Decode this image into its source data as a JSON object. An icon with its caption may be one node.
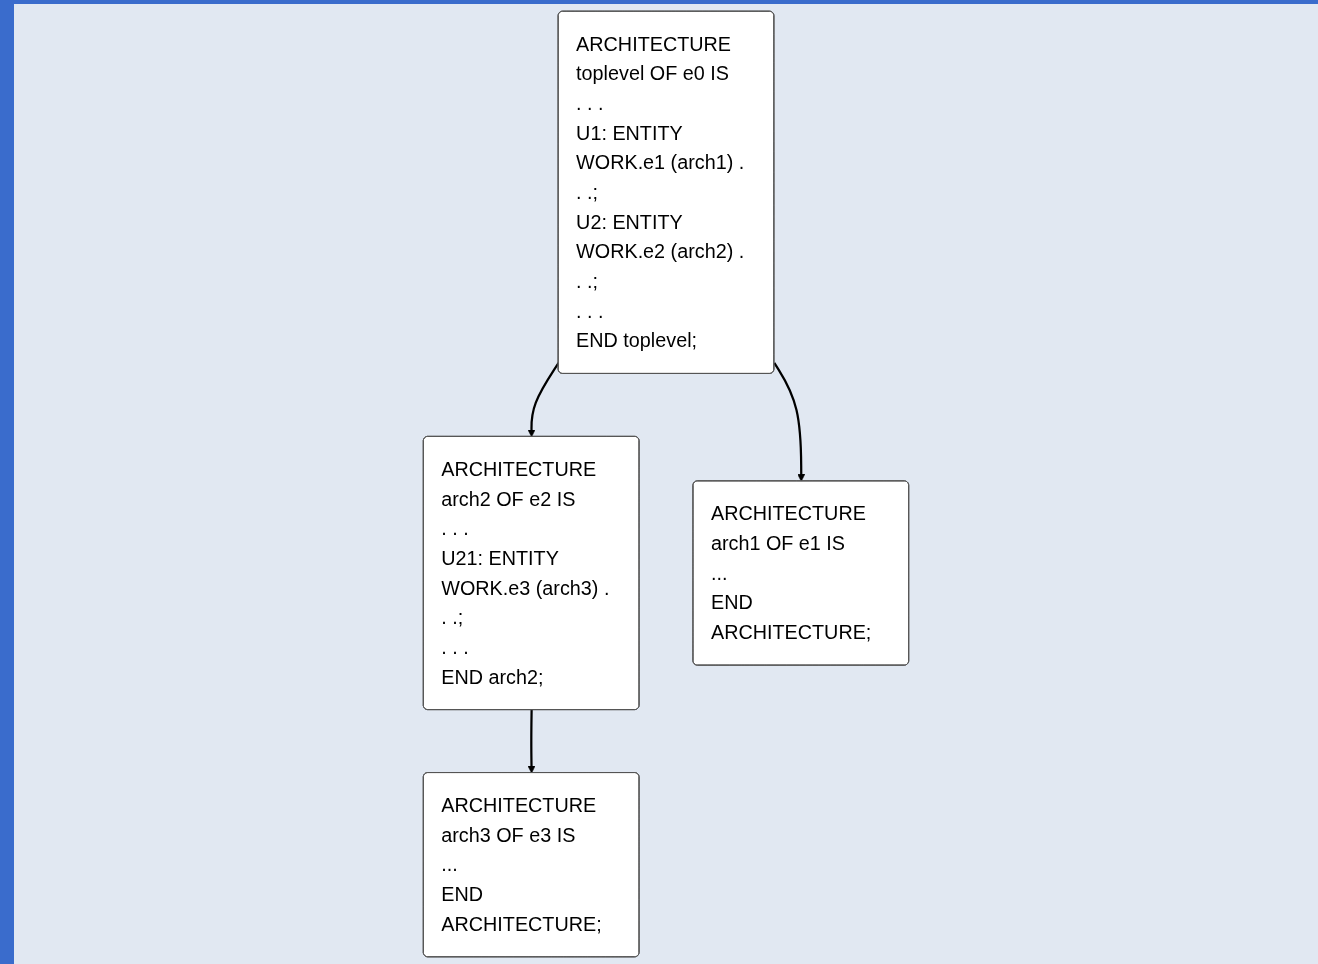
{
  "diagram": {
    "nodes": [
      {
        "text": [
          "ARCHITECTURE toplevel OF e0 IS",
          ". . .",
          "U1: ENTITY WORK.e1 (arch1) . . .;",
          "U2: ENTITY WORK.e2 (arch2) . . .;",
          ". . .",
          "END toplevel;"
        ]
      },
      {
        "text": [
          "ARCHITECTURE arch2 OF e2 IS",
          ". . .",
          "U21: ENTITY WORK.e3 (arch3) . . .;",
          ". . .",
          "END arch2;"
        ]
      },
      {
        "text": [
          "ARCHITECTURE arch1 OF e1 IS",
          "...",
          "END ARCHITECTURE;"
        ]
      },
      {
        "text": [
          "ARCHITECTURE arch3 OF e3 IS",
          "...",
          "END ARCHITECTURE;"
        ]
      }
    ],
    "edges": [
      {
        "from": 0,
        "to": 2,
        "arrow": "to"
      },
      {
        "from": 0,
        "to": 1,
        "arrow": "to"
      },
      {
        "from": 1,
        "to": 3,
        "arrow": "to"
      }
    ]
  }
}
